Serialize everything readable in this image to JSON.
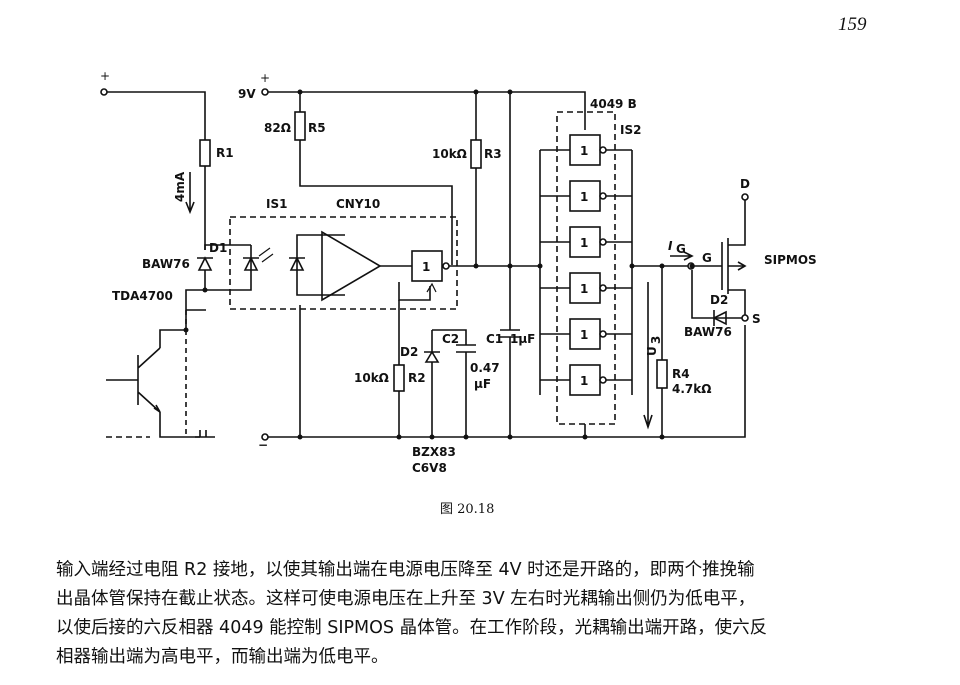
{
  "page_number": "159",
  "figure_caption": "图 20.18",
  "labels": {
    "plus": "+",
    "plus_9v": "9V",
    "plus_9v_sign": "+",
    "minus": "−",
    "r1": "R1",
    "r5_value": "82Ω",
    "r5": "R5",
    "current_4ma": "4mA",
    "is1": "IS1",
    "cny10": "CNY10",
    "d1": "D1",
    "baw76_left": "BAW76",
    "tda4700": "TDA4700",
    "r3_value": "10kΩ",
    "r3": "R3",
    "gate_1": "1",
    "d2_left": "D2",
    "c2": "C2",
    "c1": "C1",
    "c1_value": "1μF",
    "c2_value_a": "0.47",
    "c2_value_b": "μF",
    "r2_value": "10kΩ",
    "r2": "R2",
    "bzx83": "BZX83",
    "c6v8": "C6V8",
    "ic4049": "4049 B",
    "is2": "IS2",
    "ig": "I",
    "ig_sub": "G",
    "g": "G",
    "d": "D",
    "s": "S",
    "sipmos": "SIPMOS",
    "d2_right": "D2",
    "baw76_right": "BAW76",
    "u3": "U",
    "u3_sub": "3",
    "r4": "R4",
    "r4_value": "4.7kΩ"
  },
  "paragraph": [
    "输入端经过电阻 R2 接地，以使其输出端在电源电压降至 4V 时还是开路的，即两个推挽输",
    "出晶体管保持在截止状态。这样可使电源电压在上升至 3V 左右时光耦输出侧仍为低电平，",
    "以使后接的六反相器 4049 能控制 SIPMOS 晶体管。在工作阶段，光耦输出端开路，使六反",
    "相器输出端为高电平，而输出端为低电平。"
  ]
}
